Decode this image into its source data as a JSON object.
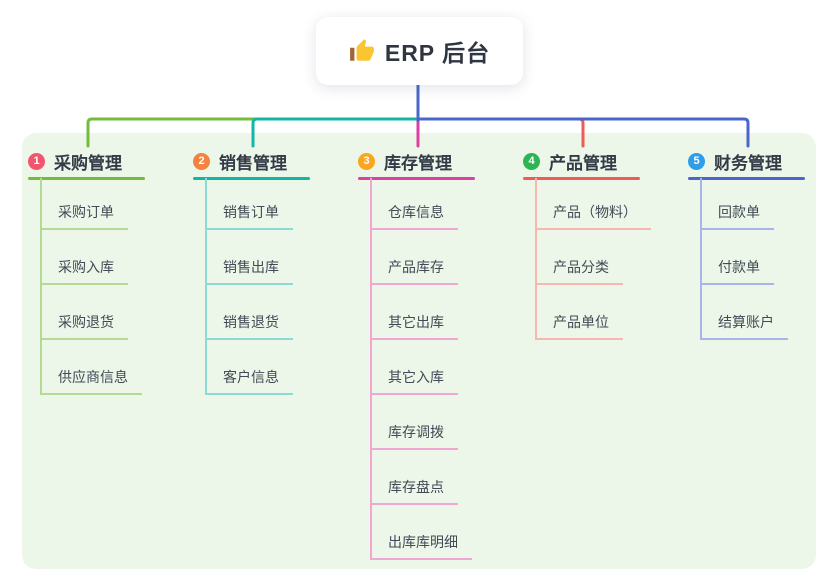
{
  "root": {
    "title": "ERP 后台",
    "icon": "thumbs-up-icon",
    "icon_colors": {
      "hand": "#fbc531",
      "sleeve": "#a0653b"
    }
  },
  "stem_color": "#4b66cb",
  "panel_color": "#ecf7e9",
  "text_colors": {
    "title": "#333b46",
    "sub": "#414a55",
    "root": "#2f3640"
  },
  "branches": [
    {
      "number": "1",
      "title": "采购管理",
      "badge_color": "#f2566f",
      "line_color": "#72bd3c",
      "sub_line_color": "#b4db95",
      "children": [
        "采购订单",
        "采购入库",
        "采购退货",
        "供应商信息"
      ]
    },
    {
      "number": "2",
      "title": "销售管理",
      "badge_color": "#f5823e",
      "line_color": "#14b5a9",
      "sub_line_color": "#8cdad1",
      "children": [
        "销售订单",
        "销售出库",
        "销售退货",
        "客户信息"
      ]
    },
    {
      "number": "3",
      "title": "库存管理",
      "badge_color": "#f9a722",
      "line_color": "#da41a3",
      "sub_line_color": "#f0a7d4",
      "children": [
        "仓库信息",
        "产品库存",
        "其它出库",
        "其它入库",
        "库存调拨",
        "库存盘点",
        "出库库明细"
      ]
    },
    {
      "number": "4",
      "title": "产品管理",
      "badge_color": "#2eb553",
      "line_color": "#f15b55",
      "sub_line_color": "#f8b6b0",
      "children": [
        "产品（物料）",
        "产品分类",
        "产品单位"
      ]
    },
    {
      "number": "5",
      "title": "财务管理",
      "badge_color": "#2e9ee8",
      "line_color": "#4b66cb",
      "sub_line_color": "#a6b6ea",
      "children": [
        "回款单",
        "付款单",
        "结算账户"
      ]
    }
  ]
}
